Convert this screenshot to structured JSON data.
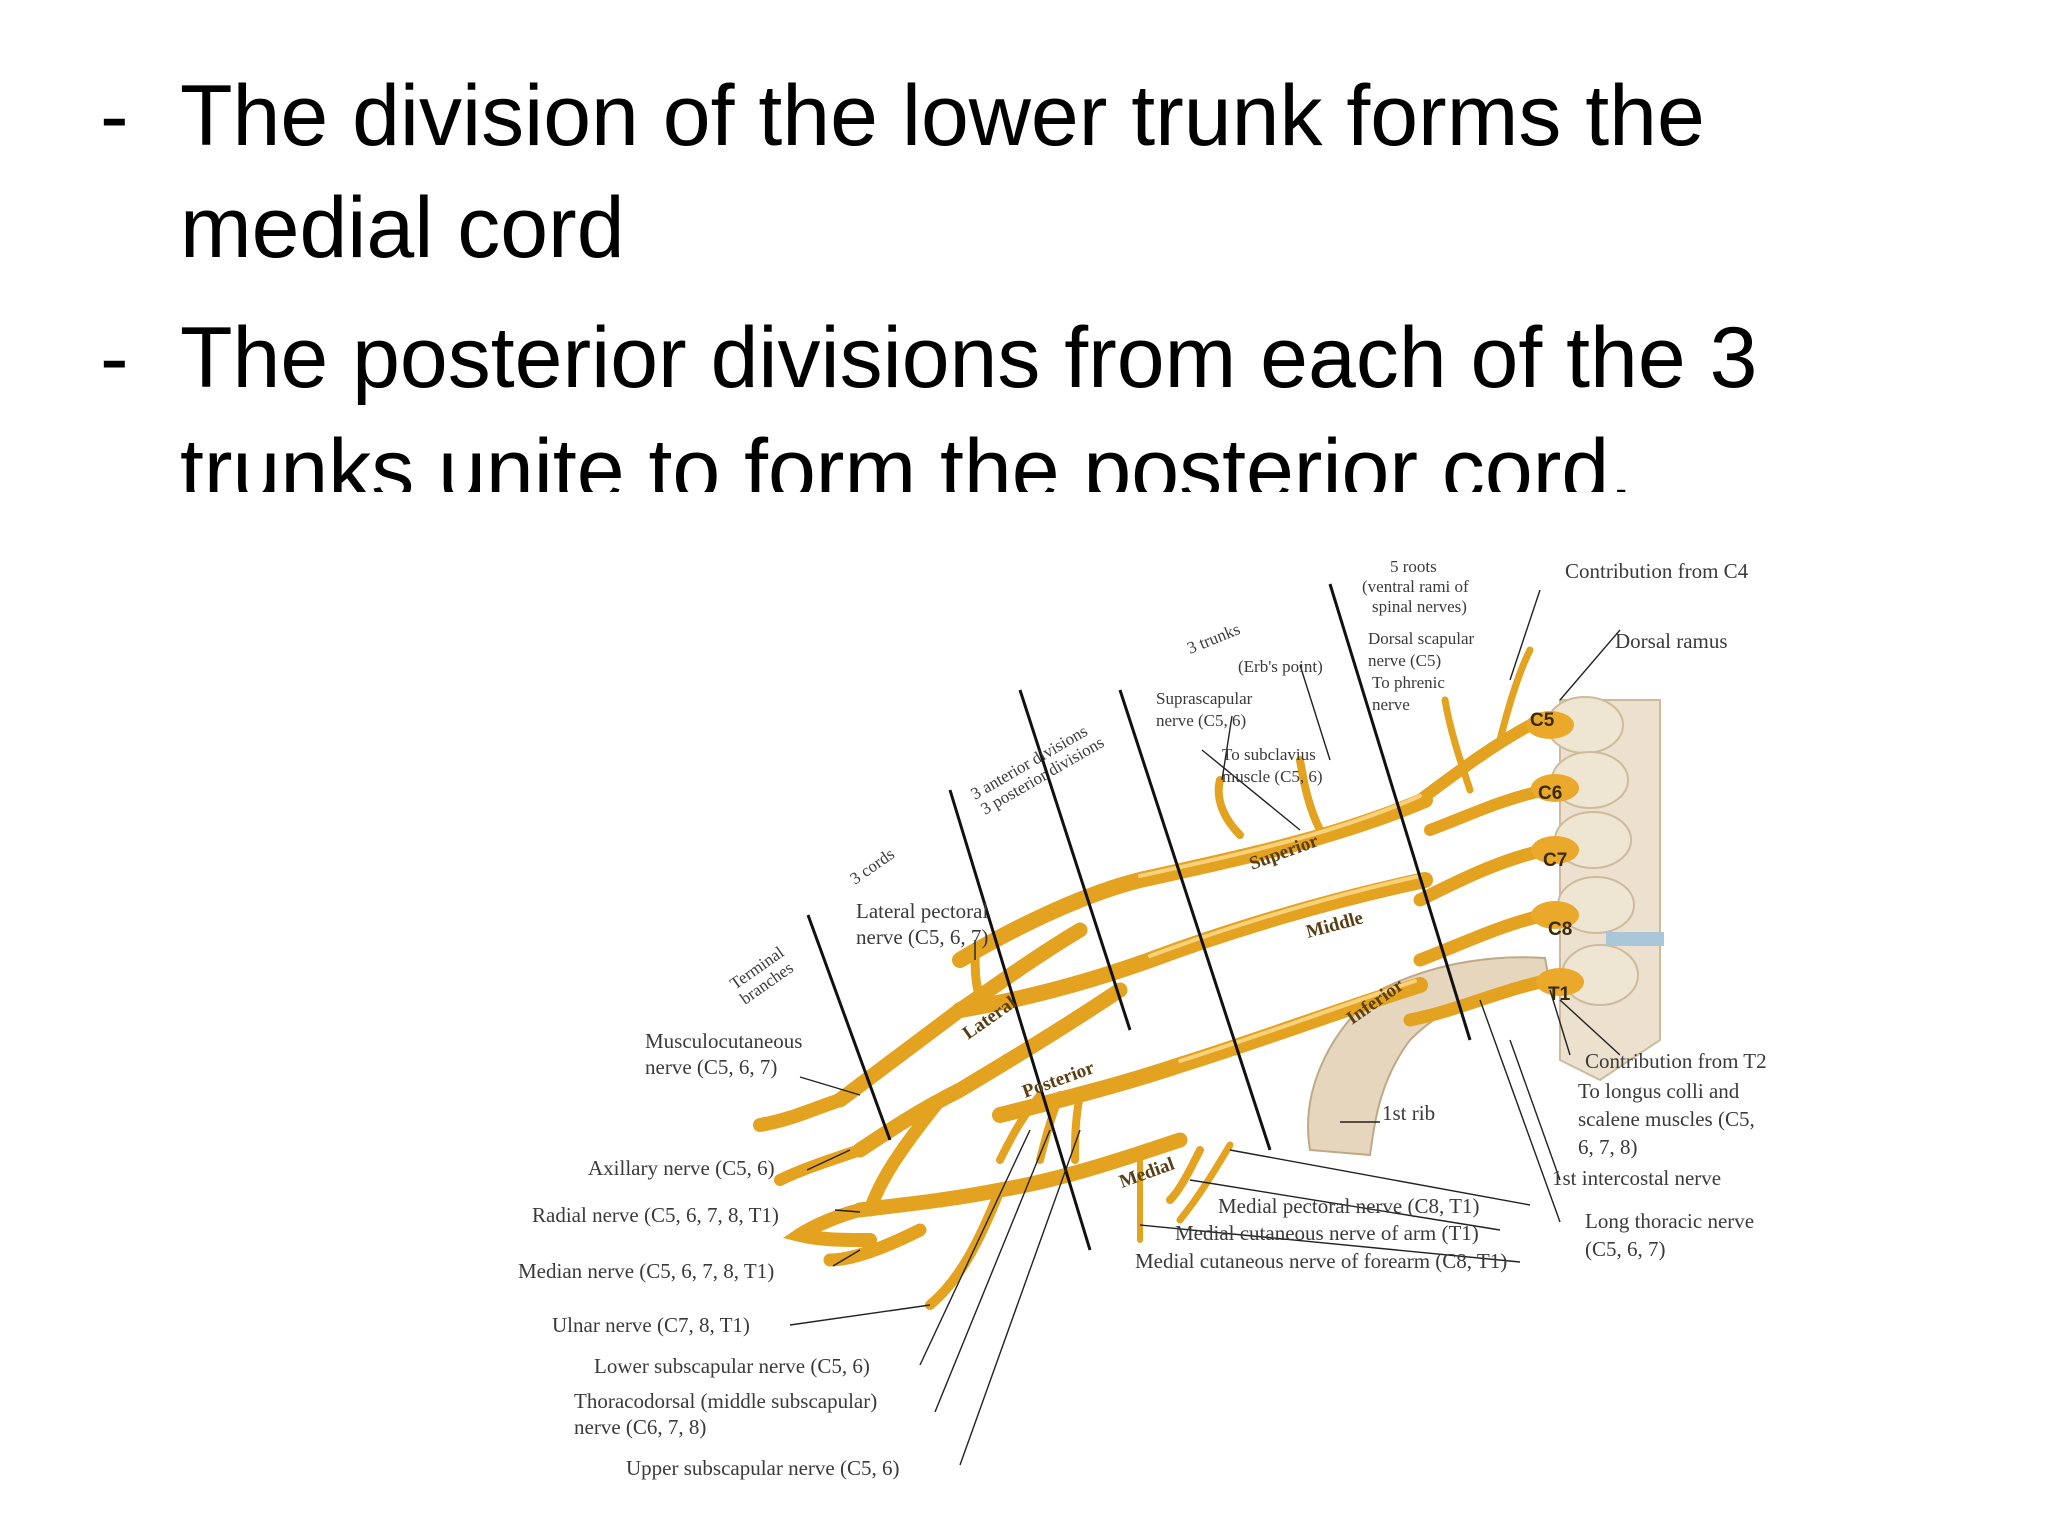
{
  "bullets": [
    {
      "dash": "-",
      "line1": "The division of the lower trunk forms the",
      "line2": "medial cord"
    },
    {
      "dash": "-",
      "line1": "The posterior divisions from each of the 3",
      "line2": "trunks unite to form the posterior cord."
    }
  ],
  "diagram": {
    "section_labels": {
      "roots_1": "5 roots",
      "roots_2": "(ventral rami of",
      "roots_3": "spinal nerves)",
      "trunks": "3 trunks",
      "divisions_1": "3 anterior divisions",
      "divisions_2": "3 posterior divisions",
      "cords": "3 cords",
      "terminal_1": "Terminal",
      "terminal_2": "branches"
    },
    "trunk_labels": {
      "superior": "Superior",
      "middle": "Middle",
      "inferior": "Inferior"
    },
    "cord_labels": {
      "lateral": "Lateral",
      "posterior": "Posterior",
      "medial": "Medial"
    },
    "root_labels": [
      "C5",
      "C6",
      "C7",
      "C8",
      "T1"
    ],
    "top_labels": {
      "contribution_c4": "Contribution from C4",
      "dorsal_ramus": "Dorsal ramus",
      "dorsal_scapular_1": "Dorsal scapular",
      "dorsal_scapular_2": "nerve (C5)",
      "to_phrenic_1": "To phrenic",
      "to_phrenic_2": "nerve",
      "erbs_point": "(Erb's point)",
      "suprascapular_1": "Suprascapular",
      "suprascapular_2": "nerve (C5, 6)",
      "subclavius_1": "To subclavius",
      "subclavius_2": "muscle (C5, 6)",
      "lateral_pectoral_1": "Lateral pectoral",
      "lateral_pectoral_2": "nerve (C5, 6, 7)"
    },
    "left_labels": {
      "musculocutaneous_1": "Musculocutaneous",
      "musculocutaneous_2": "nerve (C5, 6, 7)",
      "axillary": "Axillary nerve (C5, 6)",
      "radial": "Radial nerve (C5, 6, 7, 8, T1)",
      "median": "Median nerve (C5, 6, 7, 8, T1)",
      "ulnar": "Ulnar nerve (C7, 8, T1)",
      "lower_subscapular": "Lower subscapular nerve (C5, 6)",
      "thoracodorsal_1": "Thoracodorsal (middle subscapular)",
      "thoracodorsal_2": "nerve (C6, 7, 8)",
      "upper_subscapular": "Upper subscapular nerve (C5, 6)"
    },
    "bottom_labels": {
      "first_rib": "1st rib",
      "medial_pectoral": "Medial pectoral nerve (C8, T1)",
      "medial_cut_arm": "Medial cutaneous nerve of arm (T1)",
      "medial_cut_forearm": "Medial cutaneous nerve of forearm (C8, T1)"
    },
    "right_labels": {
      "contribution_t2": "Contribution from T2",
      "longus_1": "To longus colli and",
      "longus_2": "scalene muscles (C5,",
      "longus_3": "6, 7, 8)",
      "first_intercostal": "1st intercostal nerve",
      "long_thoracic_1": "Long thoracic nerve",
      "long_thoracic_2": "(C5, 6, 7)"
    },
    "colors": {
      "nerve": "#e3a21f",
      "nerve_highlight": "#f7d27a",
      "bone": "#e9dcc6"
    }
  }
}
